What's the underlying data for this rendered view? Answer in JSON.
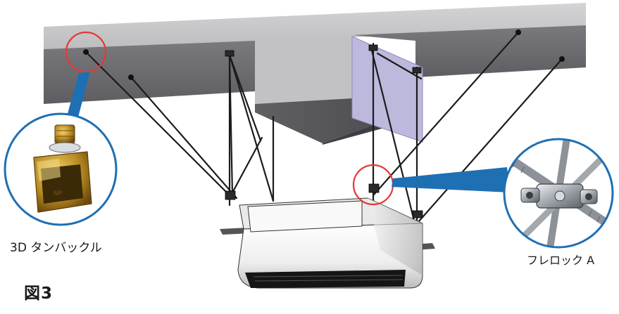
{
  "labels": {
    "left_callout": "3D タンバックル",
    "right_callout": "フレロック A",
    "figure_caption": "図3"
  },
  "colors": {
    "callout_circle": "#e53935",
    "callout_pointer": "#1f6fb3",
    "beam_top": "#c9c9cb",
    "beam_face": "#6e6e72",
    "duct_face": "#b7b4d8",
    "unit_body": "#f4f4f4"
  },
  "icons": {
    "left_zoom": "turnbuckle-bracket-icon",
    "right_zoom": "rod-clamp-lock-icon"
  }
}
